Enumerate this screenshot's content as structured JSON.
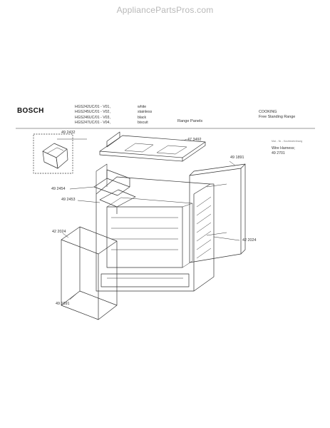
{
  "watermark": "AppliancePartsPros.com",
  "header": {
    "brand": "BOSCH",
    "models": [
      "HGS242UC/01 - V01,",
      "HGS245UC/01 - V02,",
      "HGS246UC/01 - V03,",
      "HGS247UC/01 - V04,"
    ],
    "colors": [
      "white",
      "stainless",
      "black",
      "biscuit"
    ],
    "subtitle": "Range Panels",
    "category": [
      "COOKING",
      "Free Standing Range"
    ],
    "part_number_header": "Mat. - Nr. - Kurzbezeichnung",
    "wire_harness": [
      "Wire Harness;",
      "49 2701"
    ]
  },
  "callouts": {
    "c1": "49 2432",
    "c2": "47 3492",
    "c3": "49 1891",
    "c4": "49 2454",
    "c5": "49 2453",
    "c6": "42 2024",
    "c7": "42 2024",
    "c8": "49 1891"
  },
  "colors": {
    "line": "#333333",
    "text": "#222222",
    "watermark": "#b8b8b8"
  }
}
